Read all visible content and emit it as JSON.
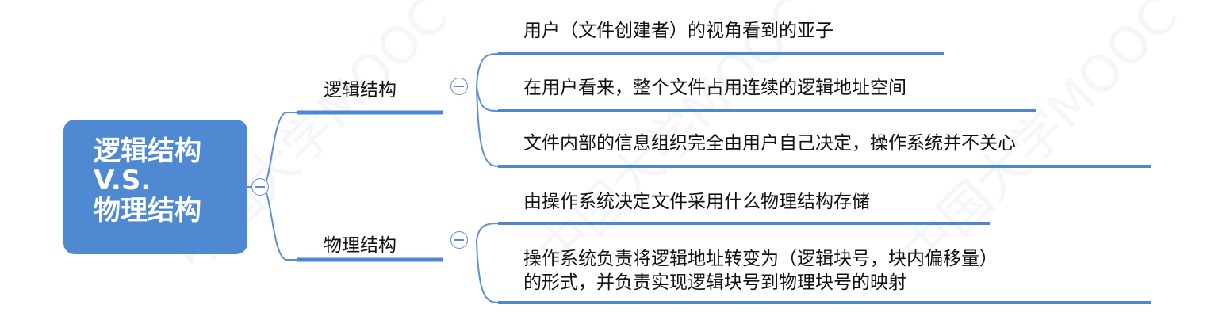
{
  "root": {
    "lines": [
      "逻辑结构",
      "V.S.",
      "物理结构"
    ]
  },
  "branches": [
    {
      "label": "逻辑结构",
      "leaves": [
        [
          "用户（文件创建者）的视角看到的亚子"
        ],
        [
          "在用户看来，整个文件占用连续的逻辑地址空间"
        ],
        [
          "文件内部的信息组织完全由用户自己决定，操作系统并不关心"
        ]
      ]
    },
    {
      "label": "物理结构",
      "leaves": [
        [
          "由操作系统决定文件采用什么物理结构存储"
        ],
        [
          "操作系统负责将逻辑地址转变为（逻辑块号，块内偏移量）",
          "的形式，并负责实现逻辑块号到物理块号的映射"
        ]
      ]
    }
  ],
  "watermark": "中国大学MOOC",
  "colors": {
    "root_fill": "#4f89d1",
    "connector": "#5a8fd6",
    "underline": "#4d86d2",
    "text": "#111111"
  }
}
